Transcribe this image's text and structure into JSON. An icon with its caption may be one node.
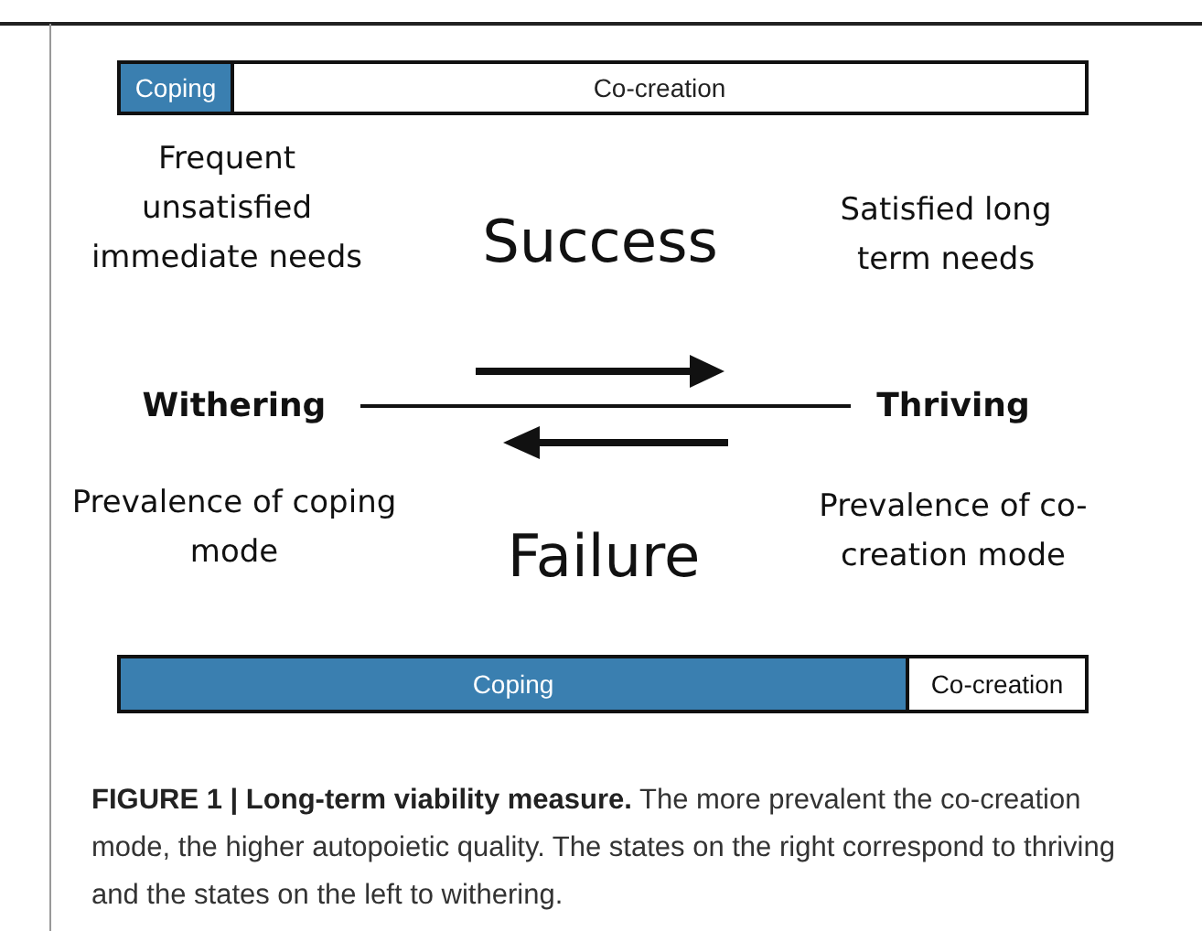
{
  "diagram": {
    "caption": "**FIGURE 1 | Long-term viability measure.** The more prevalent the co-creation mode, the higher autopoietic quality. The states on the right correspond to thriving and the states on the left to withering.",
    "nodes": [
      {
        "text": [
          "Coping"
        ]
      },
      {
        "text": [
          "Co-creation"
        ]
      },
      {
        "text": [
          "Withering"
        ]
      },
      {
        "text": [
          "Thriving"
        ]
      },
      {
        "text": [
          "Coping"
        ]
      },
      {
        "text": [
          "Co-creation"
        ]
      }
    ],
    "edges": [
      {
        "from": 2,
        "to": 3,
        "arrow": "none"
      }
    ],
    "labels": [
      "Frequent unsatisfied immediate needs",
      "Success",
      "Satisfied long term needs",
      "Prevalence of coping mode",
      "Failure",
      "Prevalence of co-creation mode"
    ]
  }
}
